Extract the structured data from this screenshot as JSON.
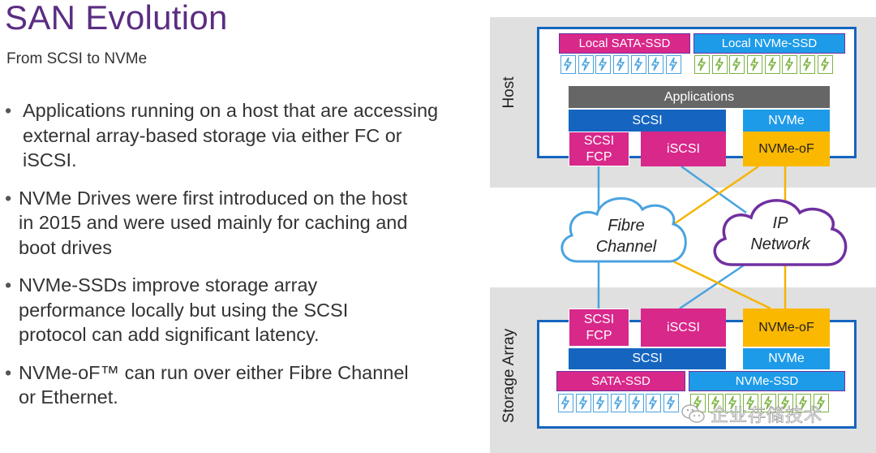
{
  "header": {
    "title": "SAN Evolution",
    "subtitle": "From SCSI to NVMe"
  },
  "bullets": [
    "Applications running on a host that are accessing external array-based storage via either FC or iSCSI.",
    "NVMe Drives were first introduced on the host in 2015 and were used mainly for caching and boot drives",
    "NVMe-SSDs improve storage array performance locally but using the SCSI protocol can add significant latency.",
    "NVMe-oF™ can run over either Fibre Channel or Ethernet."
  ],
  "bullet_lines": [
    [
      "Applications running on a host that are accessing",
      "external array-based storage via either FC or",
      "iSCSI."
    ],
    [
      "NVMe Drives were first introduced on the host",
      "in 2015 and were used mainly for caching and",
      "boot drives"
    ],
    [
      "NVMe-SSDs improve storage array",
      "performance locally but using the SCSI",
      "protocol can add significant latency."
    ],
    [
      "NVMe-oF™ can run over either Fibre Channel",
      "or Ethernet."
    ]
  ],
  "diagram": {
    "host": {
      "label": "Host",
      "local_sata": "Local SATA-SSD",
      "local_nvme": "Local NVMe-SSD",
      "applications": "Applications",
      "scsi": "SCSI",
      "nvme": "NVMe",
      "scsi_fcp_line1": "SCSI",
      "scsi_fcp_line2": "FCP",
      "iscsi": "iSCSI",
      "nvme_of": "NVMe-oF"
    },
    "network": {
      "fibre_line1": "Fibre",
      "fibre_line2": "Channel",
      "ip_line1": "IP",
      "ip_line2": "Network"
    },
    "storage": {
      "label": "Storage Array",
      "scsi_fcp_line1": "SCSI",
      "scsi_fcp_line2": "FCP",
      "iscsi": "iSCSI",
      "nvme_of": "NVMe-oF",
      "scsi": "SCSI",
      "nvme": "NVMe",
      "sata_ssd": "SATA-SSD",
      "nvme_ssd": "NVMe-SSD"
    },
    "watermark": "企业存储技术"
  },
  "colors": {
    "title": "#5b2d82",
    "magenta": "#d8288a",
    "blue": "#1565c0",
    "light_blue": "#1e9be8",
    "orange": "#fbb800",
    "gray": "#666666",
    "fc_link": "#4aa3df",
    "ip_link": "#f5b400",
    "ip_cloud": "#7030a0",
    "fc_cloud": "#4aa3df"
  },
  "icons": [
    "ssd-drive-icon",
    "lightning-icon",
    "wechat-icon"
  ]
}
